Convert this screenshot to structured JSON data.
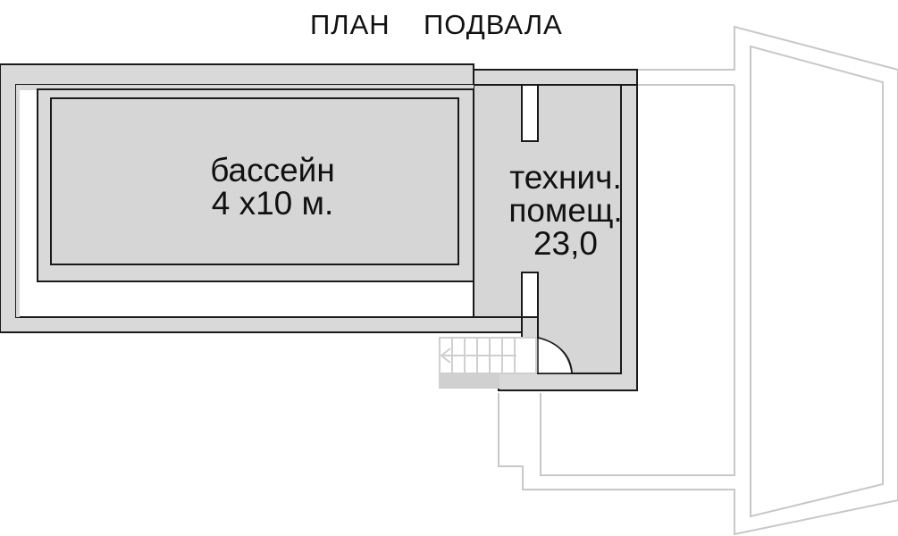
{
  "title": {
    "word1": "ПЛАН",
    "word2": "ПОДВАЛА"
  },
  "rooms": {
    "pool": {
      "name": "бассейн",
      "size": "4 х10 м."
    },
    "technical": {
      "line1": "технич.",
      "line2": "помещ.",
      "area": "23,0"
    }
  },
  "colors": {
    "wall_fill": "#d9d9d9",
    "room_fill": "#d6d6d6",
    "outline": "#1a1a1a",
    "context_outline": "#c8c8c8",
    "background": "#ffffff"
  }
}
